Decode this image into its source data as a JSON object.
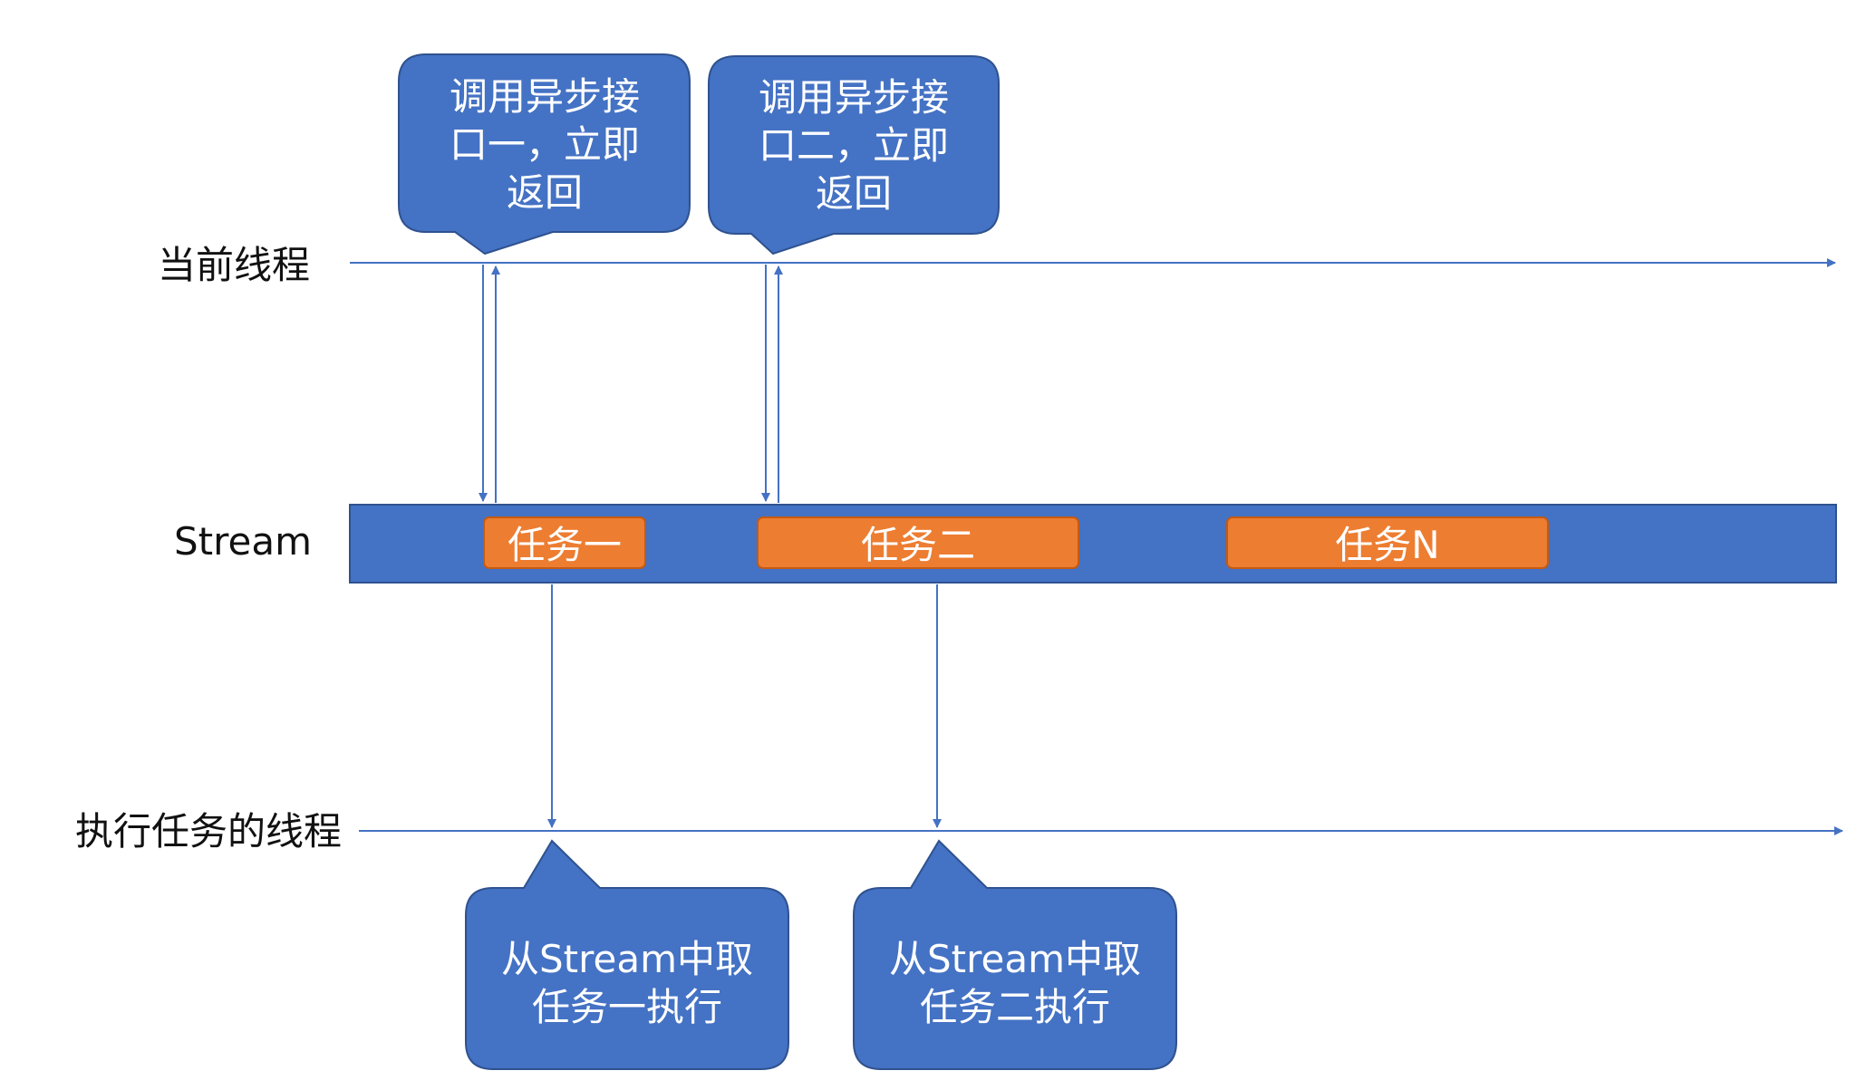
{
  "rows": {
    "current_thread": "当前线程",
    "stream": "Stream",
    "exec_thread": "执行任务的线程"
  },
  "callouts": {
    "call_one": [
      "调用异步接",
      "口一，立即",
      "返回"
    ],
    "call_two": [
      "调用异步接",
      "口二，立即",
      "返回"
    ],
    "exec_one": [
      "从Stream中取",
      "任务一执行"
    ],
    "exec_two": [
      "从Stream中取",
      "任务二执行"
    ]
  },
  "tasks": {
    "one": "任务一",
    "two": "任务二",
    "n": "任务N"
  },
  "colors": {
    "blue": "#4472C4",
    "orange": "#ED7D31",
    "line": "#4472C4"
  }
}
